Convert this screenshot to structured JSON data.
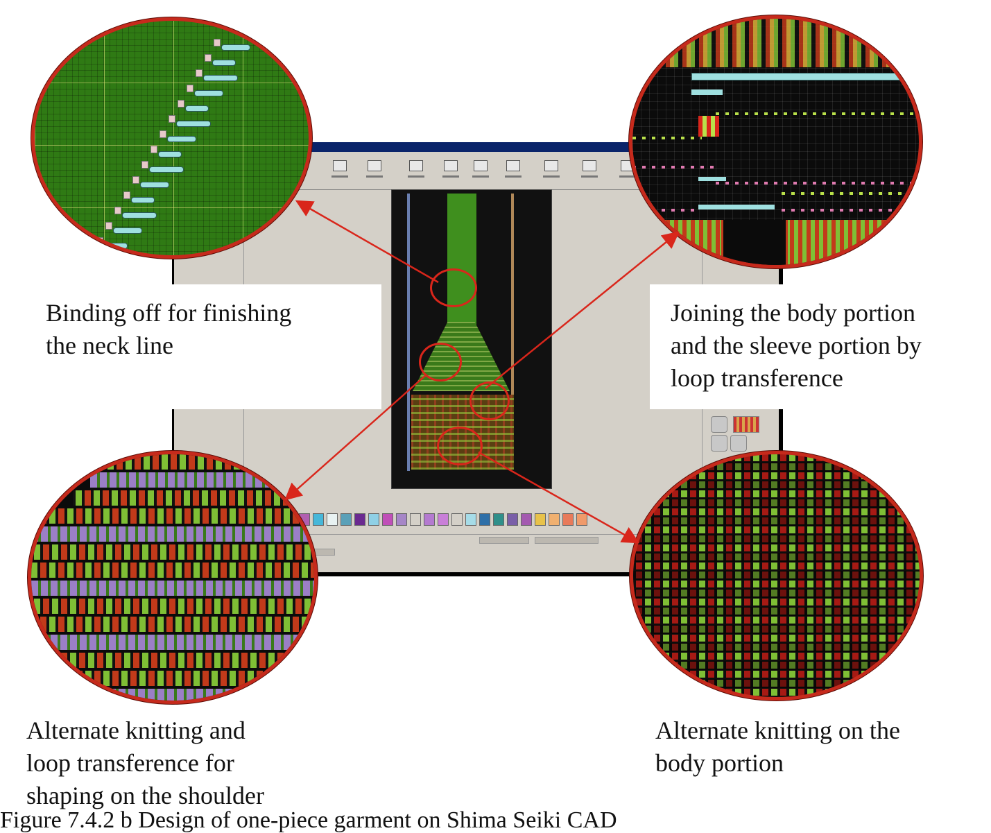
{
  "captions": {
    "neck": [
      "Binding off for finishing",
      "the neck line"
    ],
    "join": [
      "Joining the body portion",
      "and the sleeve portion by",
      "loop transference"
    ],
    "shoulder": [
      "Alternate knitting and",
      "loop transference for",
      "shaping on the shoulder"
    ],
    "body": [
      "Alternate knitting on the",
      "body portion"
    ]
  },
  "figure_caption": "Figure 7.4.2 b   Design of one-piece garment on Shima Seiki CAD",
  "colors": {
    "loupe_border": "#c62a1c",
    "arrow": "#d9261b",
    "knit_green": "#7fbf35",
    "knit_red": "#a61a14",
    "transfer_cyan": "#9fe0e0",
    "transfer_purple": "#9b7fc6"
  },
  "icons": [
    "zoom-in-icon",
    "zoom-out-icon",
    "rotate-icon",
    "pattern-grid-icon"
  ]
}
